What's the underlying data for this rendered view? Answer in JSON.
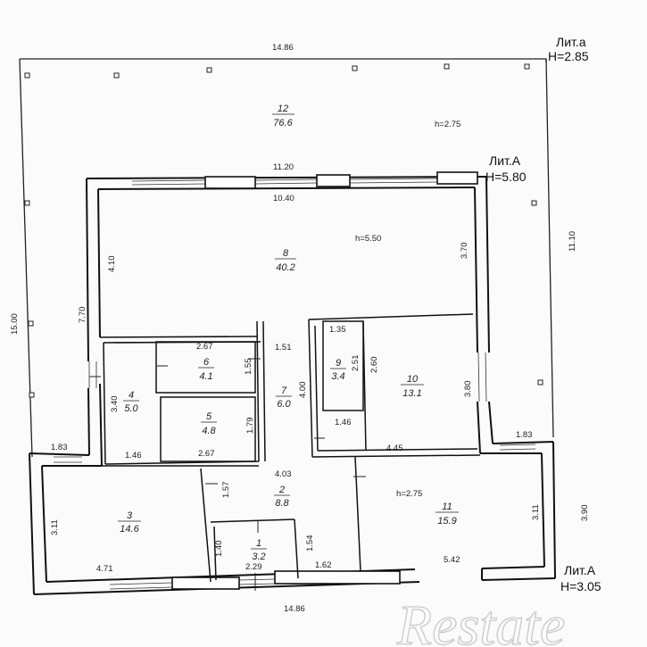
{
  "plan": {
    "headers": {
      "lit_a_small": "Лит.а",
      "lit_a_small_height": "H=2.85",
      "lit_A_main": "Лит.А",
      "lit_A_main_height": "H=5.80",
      "lit_A_bottom": "Лит.А",
      "lit_A_bottom_height": "H=3.05"
    },
    "heights": {
      "veranda": "h=2.75",
      "main_hall": "h=5.50",
      "room11": "h=2.75"
    },
    "dimensions": {
      "outer_top": "14.86",
      "outer_bottom": "14.86",
      "outer_left": "15.00",
      "outer_right": "11.10",
      "main_top_outer": "11.20",
      "main_top_inner": "10.40",
      "d_4_10": "4.10",
      "d_3_70": "3.70",
      "d_7_70": "7.70",
      "d_2_67_top": "2.67",
      "d_1_51": "1.51",
      "d_1_55": "1.55",
      "d_1_35": "1.35",
      "d_2_51": "2.51",
      "d_2_60": "2.60",
      "d_4_00": "4.00",
      "d_3_80": "3.80",
      "d_3_40": "3.40",
      "d_1_79": "1.79",
      "d_1_46_mid": "1.46",
      "d_1_46_left": "1.46",
      "d_2_67_bottom": "2.67",
      "d_4_45": "4.45",
      "d_1_83_left": "1.83",
      "d_1_83_right": "1.83",
      "d_4_03": "4.03",
      "d_1_57": "1.57",
      "d_3_11_left": "3.11",
      "d_3_11_right": "3.11",
      "d_3_90": "3.90",
      "d_1_40": "1.40",
      "d_1_54": "1.54",
      "d_2_29": "2.29",
      "d_1_62": "1.62",
      "d_4_71": "4.71",
      "d_5_42": "5.42"
    },
    "rooms": [
      {
        "number": "12",
        "area": "76.6"
      },
      {
        "number": "8",
        "area": "40.2"
      },
      {
        "number": "6",
        "area": "4.1"
      },
      {
        "number": "7",
        "area": "6.0"
      },
      {
        "number": "9",
        "area": "3.4"
      },
      {
        "number": "10",
        "area": "13.1"
      },
      {
        "number": "4",
        "area": "5.0"
      },
      {
        "number": "5",
        "area": "4.8"
      },
      {
        "number": "2",
        "area": "8.8"
      },
      {
        "number": "3",
        "area": "14.6"
      },
      {
        "number": "1",
        "area": "3.2"
      },
      {
        "number": "11",
        "area": "15.9"
      }
    ],
    "watermark": "Restate"
  }
}
